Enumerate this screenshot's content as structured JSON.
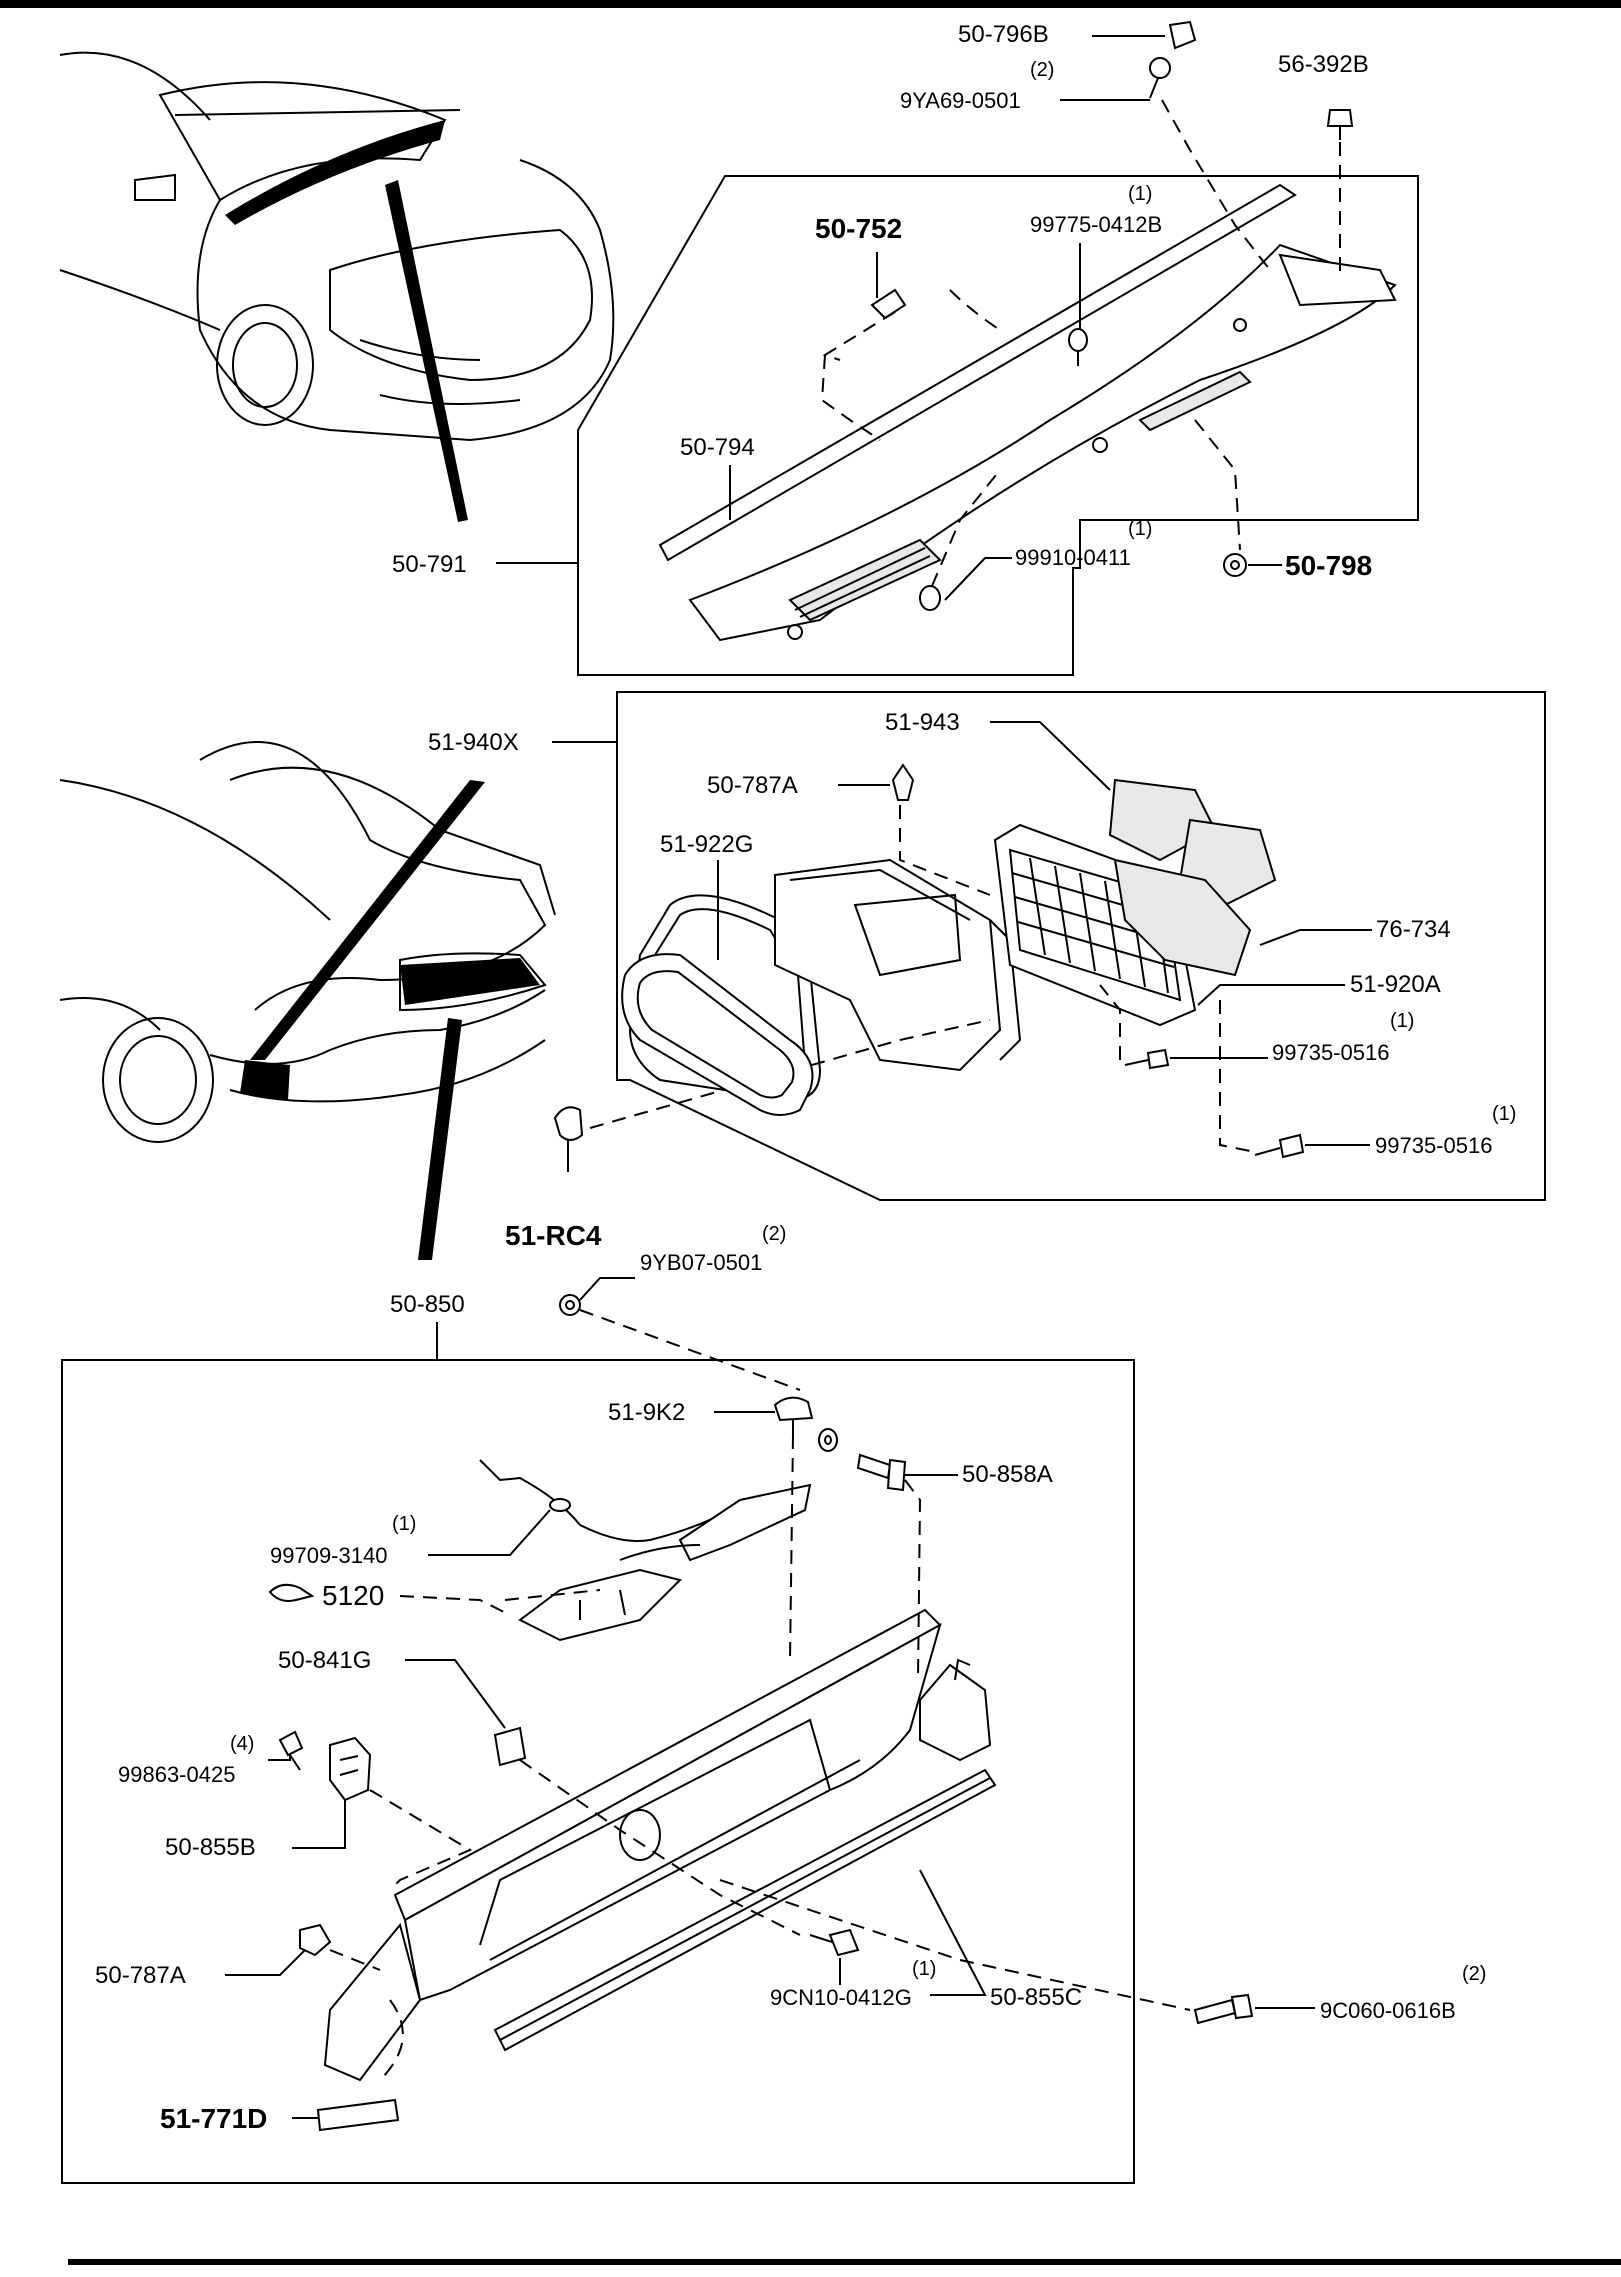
{
  "cowl_section": {
    "assembly_label": "50-791",
    "parts": {
      "p50_796B": "50-796B",
      "p9YA69_qty": "(2)",
      "p9YA69": "9YA69-0501",
      "p56_392B": "56-392B",
      "p50_752": "50-752",
      "p99775_qty": "(1)",
      "p99775": "99775-0412B",
      "p50_794": "50-794",
      "p99910_qty": "(1)",
      "p99910": "99910-0411",
      "p50_798": "50-798"
    }
  },
  "air_duct_section": {
    "assembly_label": "51-940X",
    "parts": {
      "p51_943": "51-943",
      "p50_787A": "50-787A",
      "p51_922G": "51-922G",
      "p76_734": "76-734",
      "p51_920A": "51-920A",
      "p99735a_qty": "(1)",
      "p99735a": "99735-0516",
      "p99735b_qty": "(1)",
      "p99735b": "99735-0516",
      "p51_RC4": "51-RC4",
      "p9YB07_qty": "(2)",
      "p9YB07": "9YB07-0501"
    }
  },
  "garnish_section": {
    "assembly_label": "50-850",
    "parts": {
      "p51_9K2": "51-9K2",
      "p50_858A": "50-858A",
      "p99709_qty": "(1)",
      "p99709": "99709-3140",
      "p5120": "5120",
      "p50_841G": "50-841G",
      "p99863_qty": "(4)",
      "p99863": "99863-0425",
      "p50_855B": "50-855B",
      "p50_787A": "50-787A",
      "p9CN10_qty": "(1)",
      "p9CN10": "9CN10-0412G",
      "p50_855C": "50-855C",
      "p9C060_qty": "(2)",
      "p9C060": "9C060-0616B",
      "p51_771D": "51-771D"
    }
  }
}
